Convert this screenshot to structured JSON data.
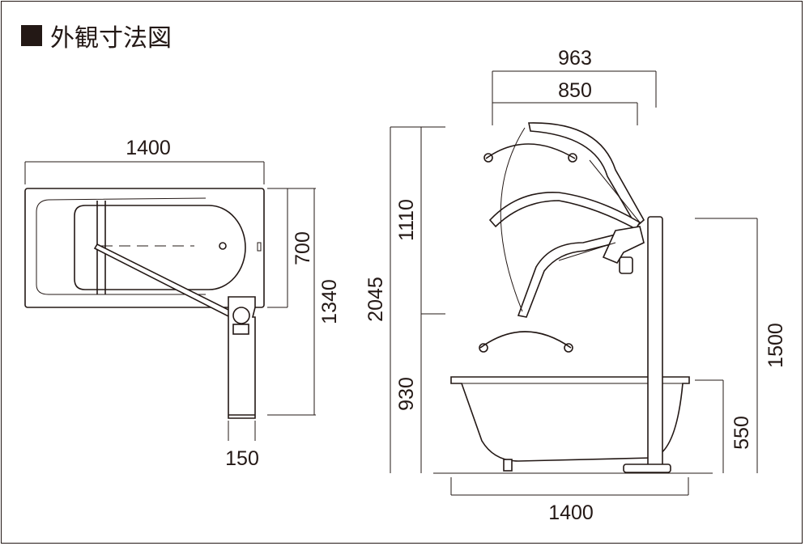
{
  "title": "外観寸法図",
  "plan_view": {
    "width_label": "1400",
    "depth_label": "700",
    "total_depth_label": "1340",
    "column_width_label": "150"
  },
  "side_view": {
    "arm_reach_outer_label": "963",
    "arm_reach_inner_label": "850",
    "total_height_label": "2045",
    "upper_height_label": "1110",
    "lower_height_label": "930",
    "pole_height_label": "1500",
    "tub_height_label": "550",
    "tub_length_label": "1400"
  },
  "colors": {
    "line": "#231815",
    "background": "#ffffff"
  }
}
